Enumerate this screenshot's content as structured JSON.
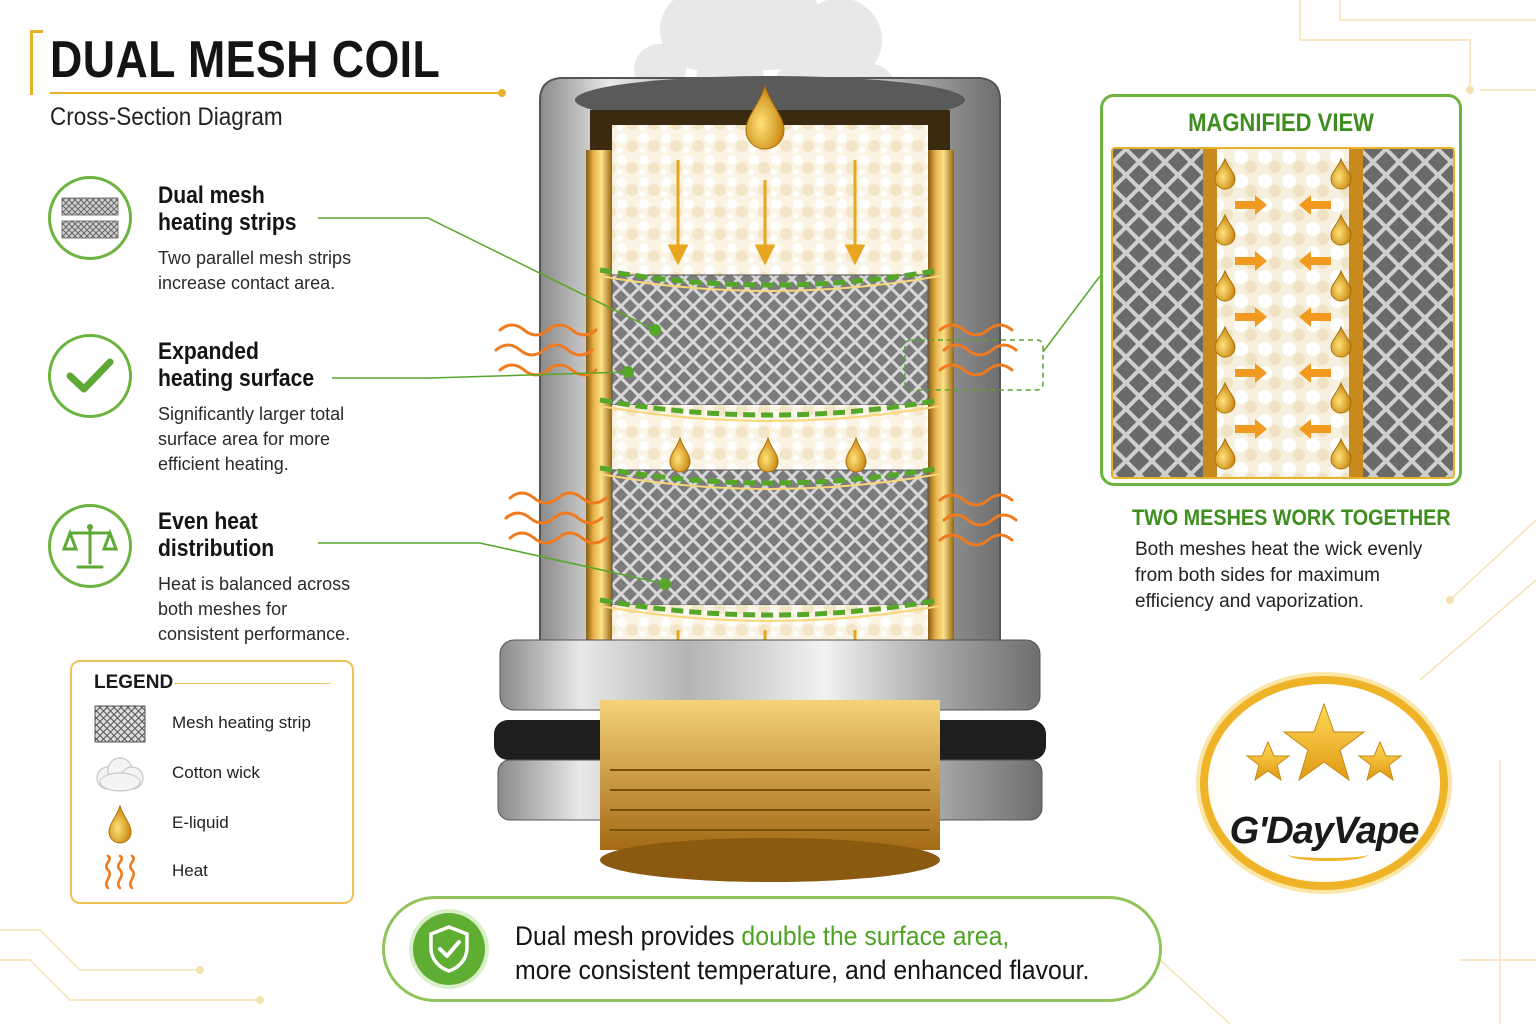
{
  "header": {
    "title": "DUAL MESH COIL",
    "subtitle": "Cross-Section Diagram"
  },
  "features": [
    {
      "title_line1": "Dual mesh",
      "title_line2": "heating strips",
      "desc_lines": [
        "Two parallel mesh strips",
        "increase contact area."
      ],
      "icon": "mesh-strip-icon"
    },
    {
      "title_line1": "Expanded",
      "title_line2": "heating surface",
      "desc_lines": [
        "Significantly larger total",
        "surface area for more",
        "efficient heating."
      ],
      "icon": "checkmark-icon"
    },
    {
      "title_line1": "Even heat",
      "title_line2": "distribution",
      "desc_lines": [
        "Heat is balanced across",
        "both meshes for",
        "consistent performance."
      ],
      "icon": "balance-scale-icon"
    }
  ],
  "legend": {
    "title": "LEGEND",
    "items": [
      {
        "label": "Mesh heating strip",
        "icon": "mesh-strip-icon"
      },
      {
        "label": "Cotton wick",
        "icon": "cotton-wick-icon"
      },
      {
        "label": "E-liquid",
        "icon": "e-liquid-drop-icon"
      },
      {
        "label": "Heat",
        "icon": "heat-waves-icon"
      }
    ]
  },
  "magnified": {
    "title": "MAGNIFIED VIEW"
  },
  "together": {
    "title": "TWO MESHES WORK TOGETHER",
    "desc_lines": [
      "Both meshes heat the wick evenly",
      "from both sides for maximum",
      "efficiency and vaporization."
    ]
  },
  "brand": {
    "name": "G'DayVape"
  },
  "banner": {
    "line1_prefix": "Dual mesh provides ",
    "line1_highlight": "double the surface area,",
    "line2": "more consistent temperature, and enhanced flavour."
  },
  "colors": {
    "accent_green": "#6cb33f",
    "accent_gold": "#e8b12a",
    "heat_orange": "#f07a1e",
    "text_dark": "#141414"
  }
}
